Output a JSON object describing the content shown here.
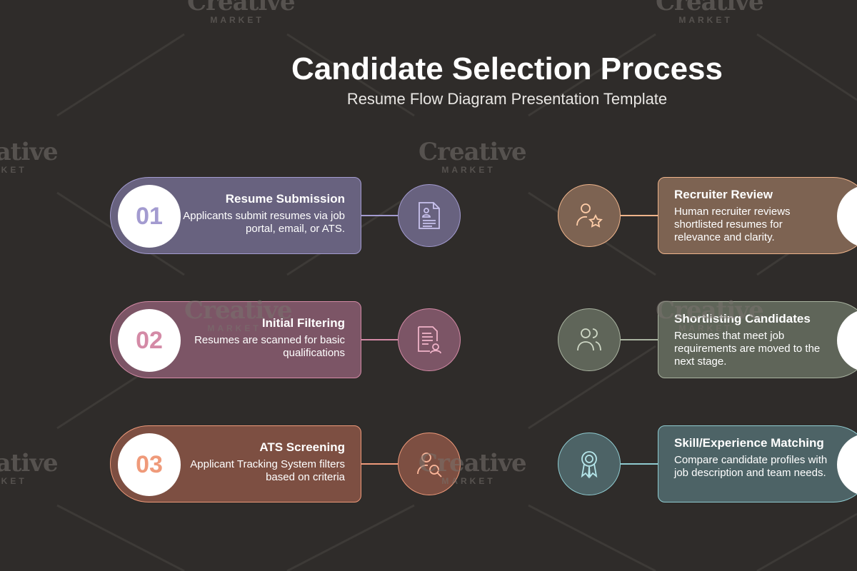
{
  "header": {
    "title": "Candidate Selection Process",
    "subtitle": "Resume Flow Diagram Presentation Template"
  },
  "watermark": {
    "word": "Creative",
    "sub": "MARKET"
  },
  "steps_left": [
    {
      "number": "01",
      "title": "Resume Submission",
      "desc": "Applicants submit resumes via job portal, email, or ATS.",
      "icon": "resume-document-icon",
      "color": "#a39bd0"
    },
    {
      "number": "02",
      "title": "Initial Filtering",
      "desc": "Resumes are scanned for basic qualifications",
      "icon": "document-search-icon",
      "color": "#d48aa6"
    },
    {
      "number": "03",
      "title": "ATS Screening",
      "desc": "Applicant Tracking System filters based on criteria",
      "icon": "user-search-icon",
      "color": "#ef9a7a"
    }
  ],
  "steps_right": [
    {
      "title": "Recruiter Review",
      "desc": "Human recruiter reviews shortlisted resumes for relevance and clarity.",
      "icon": "user-star-icon",
      "color": "#efb48b"
    },
    {
      "title": "Shortlisting Candidates",
      "desc": "Resumes that meet job requirements are moved to the next stage.",
      "icon": "users-icon",
      "color": "#a9b3a0"
    },
    {
      "title": "Skill/Experience Matching",
      "desc": "Compare candidate profiles with job description and team needs.",
      "icon": "award-ribbon-icon",
      "color": "#8fcbd0"
    }
  ]
}
